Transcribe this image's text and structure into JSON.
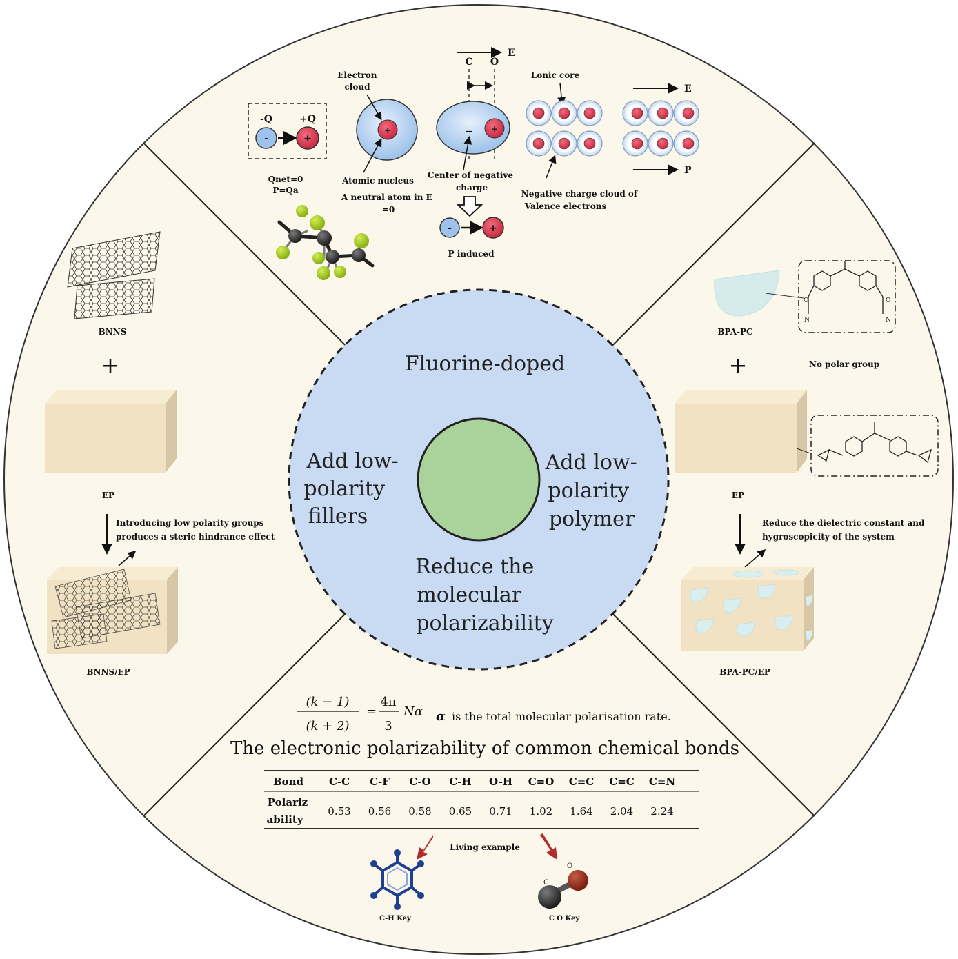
{
  "center": {
    "top": "Fluorine-doped",
    "left": [
      "Add low-",
      "polarity",
      "fillers"
    ],
    "right": [
      "Add low-",
      "polarity",
      "polymer"
    ],
    "bottom": [
      "Reduce the",
      "molecular",
      "polarizability"
    ]
  },
  "top_panel": {
    "charge_minus": "-Q",
    "charge_plus": "+Q",
    "qnet": "Qnet=0",
    "p_qa": "P=Qa",
    "electron_cloud_1": "Electron",
    "electron_cloud_2": "cloud",
    "atomic_nucleus": "Atomic nucleus",
    "neutral_atom_1": "A neutral atom in E",
    "neutral_atom_2": "=0",
    "field_e": "E",
    "c_label": "C",
    "o_label": "O",
    "center_neg_1": "Center of negative",
    "center_neg_2": "charge",
    "p_induced": "P induced",
    "ionic_core": "Lonic core",
    "neg_cloud_1": "Negative charge cloud of",
    "neg_cloud_2": "Valence electrons",
    "field_e2": "E",
    "field_p": "P"
  },
  "left_panel": {
    "bnns": "BNNS",
    "plus": "+",
    "ep": "EP",
    "note_1": "Introducing low polarity groups",
    "note_2": "produces a steric hindrance effect",
    "composite": "BNNS/EP"
  },
  "right_panel": {
    "bpa_pc": "BPA-PC",
    "plus": "+",
    "no_polar": "No polar group",
    "ep": "EP",
    "note_1": "Reduce the dielectric constant and",
    "note_2": "hygroscopicity of the system",
    "composite": "BPA-PC/EP",
    "n_label": "N",
    "o_label": "O"
  },
  "bottom_panel": {
    "formula_num": "(k − 1)",
    "formula_den": "(k + 2)",
    "formula_eq": "=",
    "formula_rhs_num": "4π",
    "formula_rhs_den": "3",
    "formula_n_alpha": "Nα",
    "alpha_symbol": "α",
    "alpha_note": "is the total molecular polarisation rate.",
    "table_title": "The electronic polarizability of common chemical bonds",
    "living_example": "Living example",
    "ch_key": "C-H Key",
    "co_key": "C O Key",
    "c_atom": "C",
    "o_atom": "O"
  },
  "chart_data": {
    "type": "table",
    "title": "The electronic polarizability of common chemical bonds",
    "row_headers": [
      "Bond",
      "Polariz ability"
    ],
    "columns": [
      "C-C",
      "C-F",
      "C-O",
      "C-H",
      "O-H",
      "C=O",
      "C≡C",
      "C=C",
      "C≡N"
    ],
    "values": [
      0.53,
      0.56,
      0.58,
      0.65,
      0.71,
      1.02,
      1.64,
      2.04,
      2.24
    ]
  },
  "colors": {
    "background": "#fbf7ea",
    "center_disc": "#c8dbf3",
    "core": "#a9d39a",
    "plus_charge": "#d9364b",
    "minus_charge": "#9dc2ec",
    "cube": "#f1e2c4",
    "fluorine": "#a6cc1f",
    "carbon": "#444444"
  }
}
